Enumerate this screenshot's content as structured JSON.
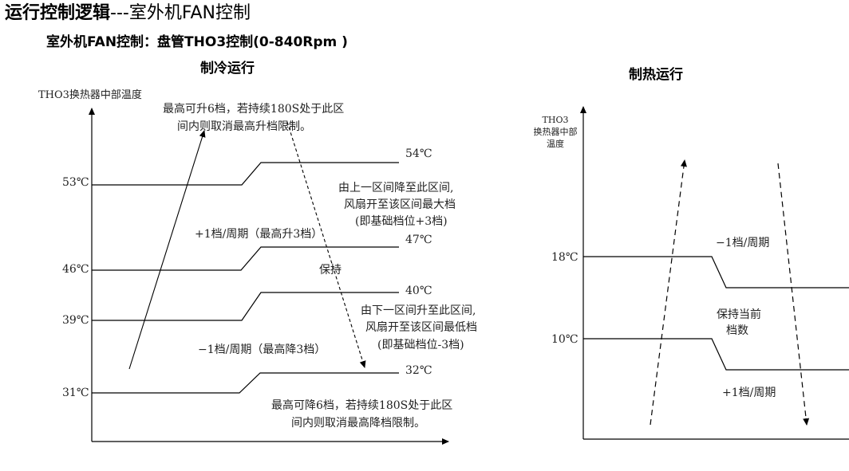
{
  "page_title": {
    "bold": "运行控制逻辑",
    "rest": "---室外机FAN控制"
  },
  "subtitle": "室外机FAN控制：盘管THO3控制(0-840Rpm )",
  "cooling": {
    "heading": "制冷运行",
    "y_axis_label": "THO3换热器中部温度",
    "temps": {
      "t53": "53℃",
      "t54": "54℃",
      "t46": "46℃",
      "t47": "47℃",
      "t39": "39℃",
      "t40": "40℃",
      "t31": "31℃",
      "t32": "32℃"
    },
    "note_top": [
      "最高可升6档，若持续180S处于此区",
      "间内则取消最高升档限制。"
    ],
    "note_max": [
      "由上一区间降至此区间,",
      "风扇开至该区间最大档",
      "(即基础档位+3档)"
    ],
    "note_up": "+1档/周期（最高升3档）",
    "note_hold": "保持",
    "note_min": [
      "由下一区间升至此区间,",
      "风扇开至该区间最低档",
      "(即基础档位-3档)"
    ],
    "note_down": "−1档/周期（最高降3档）",
    "note_bottom": [
      "最高可降6档，若持续180S处于此区",
      "间内则取消最高降档限制。"
    ]
  },
  "heating": {
    "heading": "制热运行",
    "y_axis_label": [
      "THO3",
      "换热器中部",
      "温度"
    ],
    "temps": {
      "t18": "18℃",
      "t10": "10℃"
    },
    "note_down": "−1档/周期",
    "note_hold": [
      "保持当前",
      "档数"
    ],
    "note_up": "+1档/周期"
  }
}
